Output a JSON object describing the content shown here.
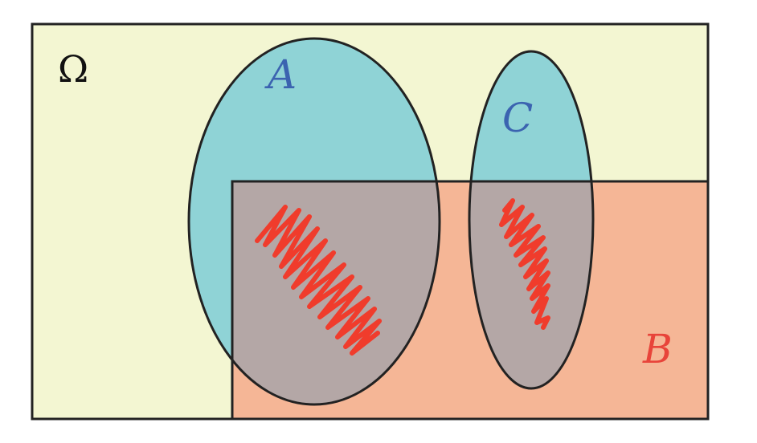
{
  "universe": {
    "label": "Ω",
    "fill": "#f3f6d2"
  },
  "sets": {
    "A": {
      "label": "A",
      "fill": "#8fd3d6",
      "label_color": "#3b63b0"
    },
    "C": {
      "label": "C",
      "fill": "#8fd3d6",
      "label_color": "#3b63b0"
    },
    "B": {
      "label": "B",
      "fill": "#f5b696",
      "label_color": "#e8443a"
    }
  },
  "intersection_fill": "#b4a7a6",
  "outline_color": "#222222",
  "scribble_color": "#f03c2c"
}
